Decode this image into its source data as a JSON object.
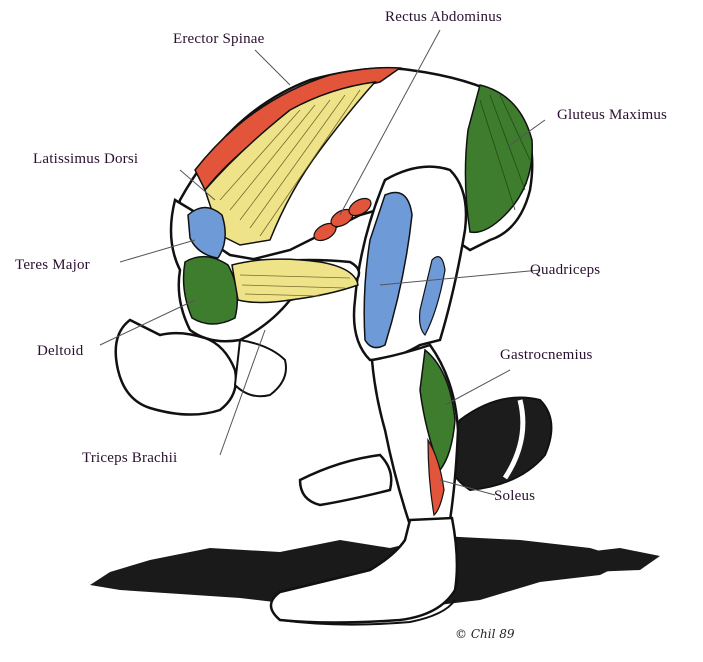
{
  "labels": {
    "erector_spinae": "Erector Spinae",
    "rectus_abdominus": "Rectus Abdominus",
    "gluteus_maximus": "Gluteus Maximus",
    "latissimus_dorsi": "Latissimus Dorsi",
    "teres_major": "Teres Major",
    "quadriceps": "Quadriceps",
    "deltoid": "Deltoid",
    "gastrocnemius": "Gastrocnemius",
    "triceps_brachii": "Triceps Brachii",
    "soleus": "Soleus"
  },
  "signature": "© Chil 89",
  "colors": {
    "erector_spinae": "#e2553a",
    "latissimus_dorsi": "#efe38a",
    "gluteus_maximus": "#3f7d2e",
    "quadriceps": "#6f9ad8",
    "teres_major": "#6f9ad8",
    "deltoid": "#3f7d2e",
    "gastrocnemius": "#3f7d2e",
    "soleus": "#e2553a",
    "rectus_abdominus": "#e2553a",
    "triceps_brachii": "#efe38a",
    "ground": "#1a1a1a",
    "outline": "#111111",
    "label_text": "#2a1030"
  }
}
